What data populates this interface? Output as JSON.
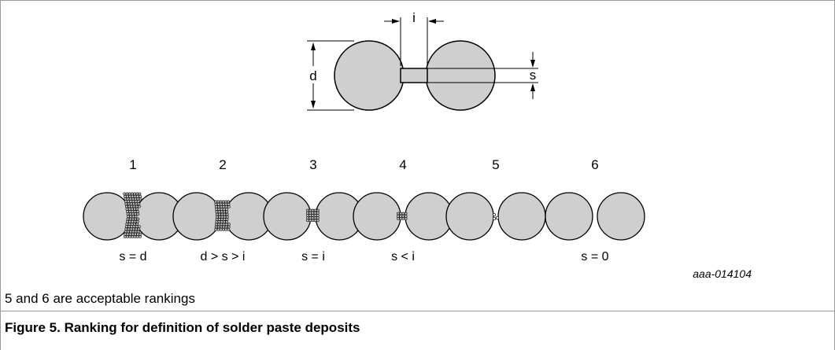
{
  "dimension_labels": {
    "d": "d",
    "i": "i",
    "s": "s"
  },
  "rankings": [
    {
      "number": "1",
      "condition": "s = d",
      "deposit": "full"
    },
    {
      "number": "2",
      "condition": "d > s > i",
      "deposit": "medium"
    },
    {
      "number": "3",
      "condition": "s = i",
      "deposit": "small"
    },
    {
      "number": "4",
      "condition": "s < i",
      "deposit": "tiny"
    },
    {
      "number": "5",
      "condition": "",
      "deposit": "few"
    },
    {
      "number": "6",
      "condition": "s = 0",
      "deposit": "none"
    }
  ],
  "figure_code": "aaa-014104",
  "note": "5 and 6 are acceptable rankings",
  "caption": "Figure 5.  Ranking for definition of solder paste deposits",
  "colors": {
    "pad_fill": "#cfcfcf",
    "stroke": "#000000",
    "border": "#9a9a9a"
  }
}
